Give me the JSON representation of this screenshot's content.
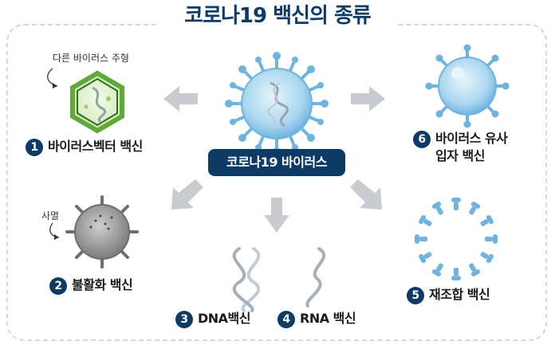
{
  "title": "코로나19 백신의 종류",
  "center_label": "코로나19 바이러스",
  "small_labels": {
    "other_virus": "다른 바이러스 주형",
    "inactivated": "사멸"
  },
  "types": [
    {
      "num": "1",
      "label": "바이러스벡터 백신"
    },
    {
      "num": "2",
      "label": "불활화 백신"
    },
    {
      "num": "3",
      "label": "DNA백신"
    },
    {
      "num": "4",
      "label": "RNA 백신"
    },
    {
      "num": "5",
      "label": "재조합 백신"
    },
    {
      "num": "6",
      "label_line1": "바이러스 유사",
      "label_line2": "입자 백신"
    }
  ],
  "colors": {
    "navy": "#0d3b66",
    "virus_blue": "#7fc0e6",
    "virus_light": "#bfe3f5",
    "arrow_gray": "#c8ccd1",
    "vector_green": "#5fa83a",
    "inactive_gray": "#8a8a8a"
  }
}
